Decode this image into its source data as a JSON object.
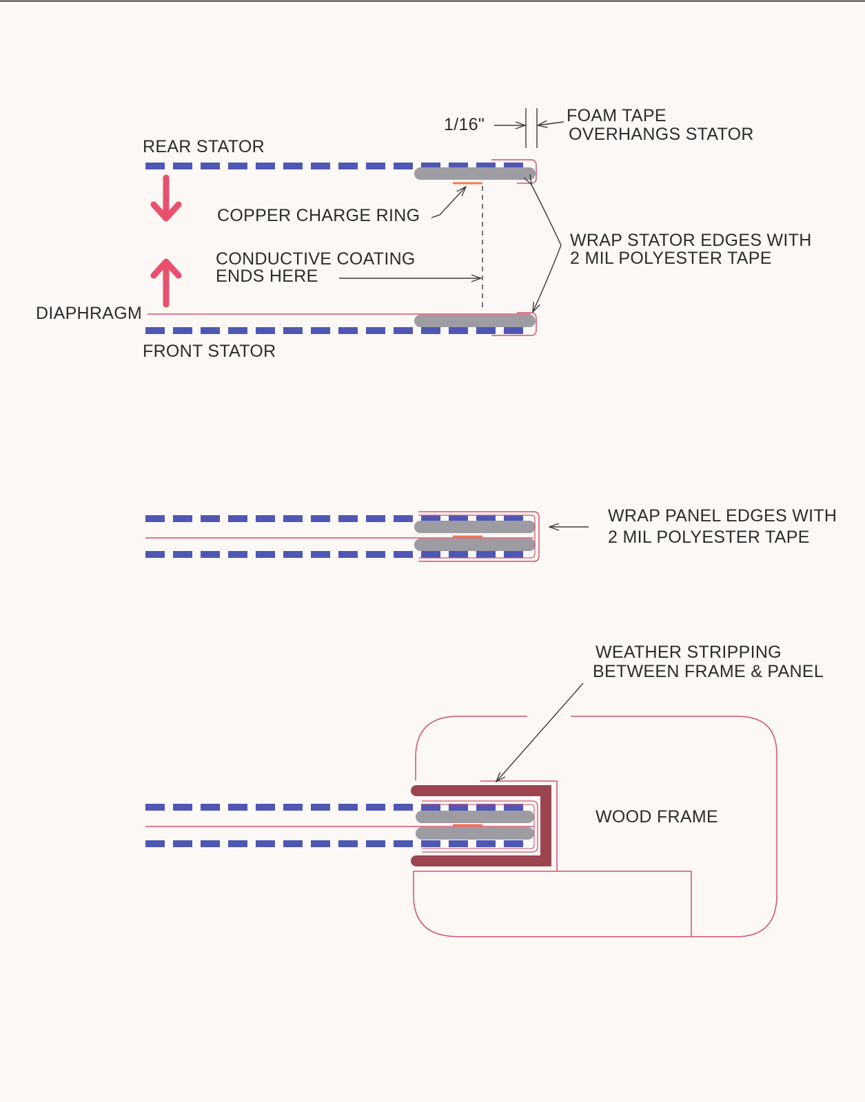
{
  "colors": {
    "stator": "#4f57b4",
    "foam": "#9c9ca2",
    "tape": "#d2506e",
    "arrow": "#e8506e",
    "weather_strip": "#9c4550",
    "copper": "#f07a50",
    "line": "#3a3a3a",
    "background": "#fbf8f5"
  },
  "labels": {
    "dimension": "1/16\"",
    "foam_tape_1": "FOAM TAPE",
    "foam_tape_2": "OVERHANGS STATOR",
    "rear_stator": "REAR STATOR",
    "copper_ring": "COPPER CHARGE RING",
    "wrap_stator_1": "WRAP STATOR EDGES WITH",
    "wrap_stator_2": "2 MIL POLYESTER TAPE",
    "conductive_1": "CONDUCTIVE COATING",
    "conductive_2": "ENDS HERE",
    "diaphragm": "DIAPHRAGM",
    "front_stator": "FRONT STATOR",
    "wrap_panel_1": "WRAP PANEL EDGES WITH",
    "wrap_panel_2": "2 MIL POLYESTER TAPE",
    "weather_1": "WEATHER STRIPPING",
    "weather_2": "BETWEEN FRAME & PANEL",
    "wood_frame": "WOOD FRAME"
  }
}
